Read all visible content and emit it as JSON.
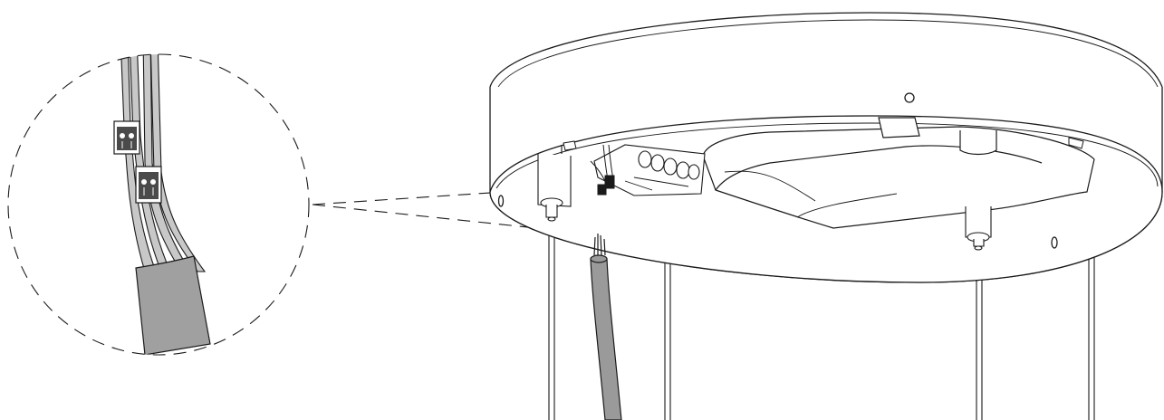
{
  "figure": {
    "description_text": "",
    "callout_label": "",
    "colors": {
      "line": "#1a1a1a",
      "cable_fill": "#9a9a9a",
      "wire_fill": "#c8c8c8",
      "panel_fill": "#ffffff",
      "connector_fill": "#4a4a4a",
      "sleeve_fill": "#a0a0a0"
    },
    "parts": {
      "canopy": "canopy",
      "suspension_wires": 4,
      "power_cable": "power-cable",
      "connectors": 2
    }
  }
}
